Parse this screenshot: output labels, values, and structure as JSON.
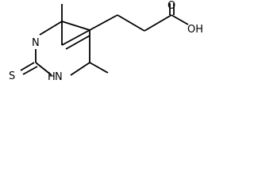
{
  "structure": {
    "atoms": {
      "ring_nitrogen": "N",
      "nh_nitrogen": "N",
      "nh_hydrogen": "H",
      "sulfur": "S",
      "carbonyl_oxygen": "O",
      "hydroxyl": "OH"
    }
  }
}
